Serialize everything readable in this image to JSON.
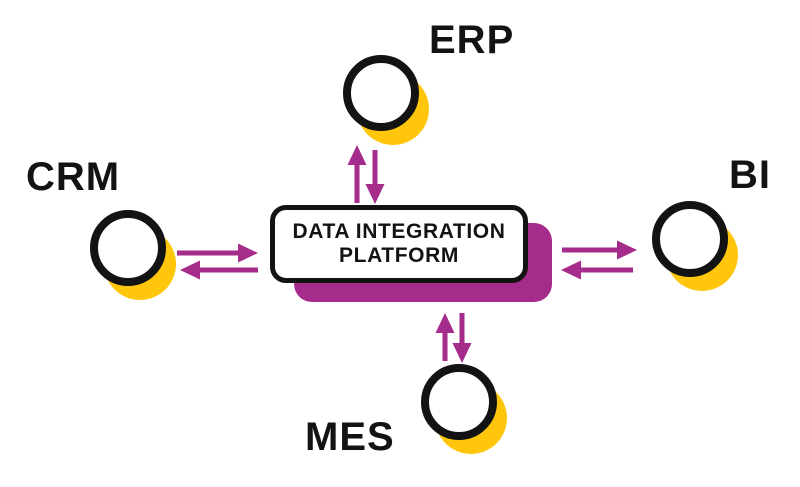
{
  "diagram": {
    "platform": {
      "label_line1": "DATA INTEGRATION",
      "label_line2": "PLATFORM"
    },
    "nodes": {
      "erp": {
        "label": "ERP",
        "position": "top"
      },
      "crm": {
        "label": "CRM",
        "position": "left"
      },
      "bi": {
        "label": "BI",
        "position": "right"
      },
      "mes": {
        "label": "MES",
        "position": "bottom"
      }
    },
    "connections": [
      {
        "from": "ERP",
        "to": "DATA INTEGRATION PLATFORM",
        "bidirectional": true
      },
      {
        "from": "CRM",
        "to": "DATA INTEGRATION PLATFORM",
        "bidirectional": true
      },
      {
        "from": "BI",
        "to": "DATA INTEGRATION PLATFORM",
        "bidirectional": true
      },
      {
        "from": "MES",
        "to": "DATA INTEGRATION PLATFORM",
        "bidirectional": true
      }
    ],
    "colors": {
      "magenta": "#A62C8C",
      "yellow": "#FFC60B",
      "ink": "#131313",
      "background": "#FFFFFF"
    }
  }
}
